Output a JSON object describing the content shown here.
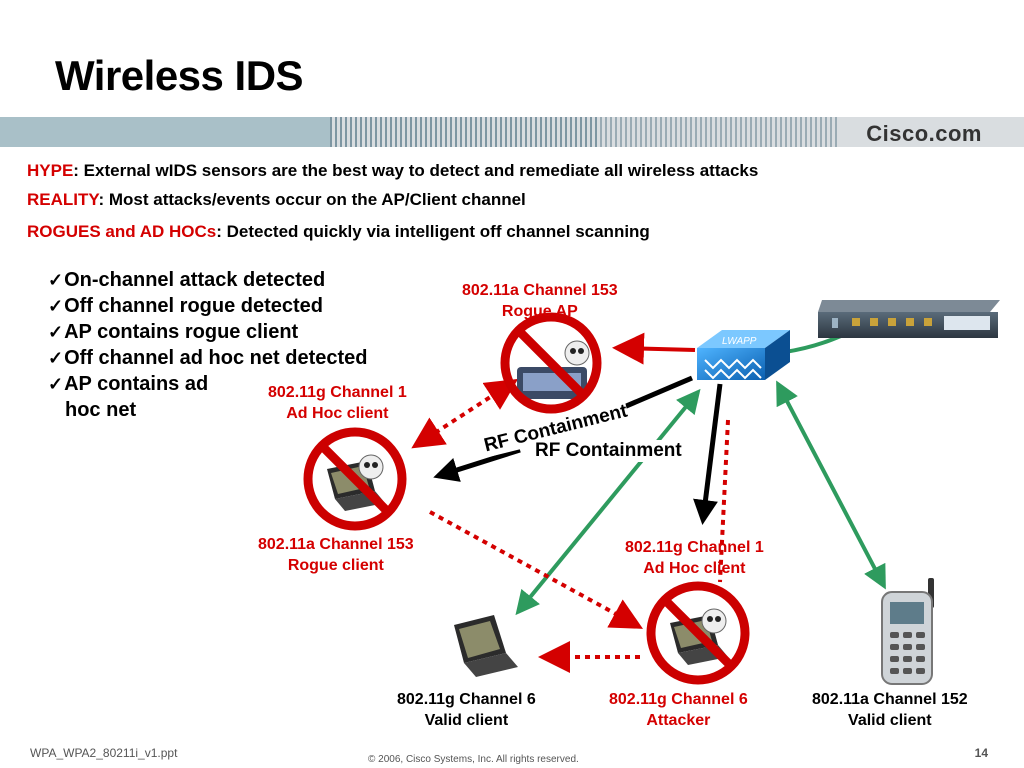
{
  "title": "Wireless IDS",
  "brand": "Cisco.com",
  "statements": [
    {
      "keyword": "HYPE",
      "text": ": External wIDS sensors are the best way to detect and remediate all wireless attacks"
    },
    {
      "keyword": "REALITY",
      "text": ": Most attacks/events occur on the AP/Client channel"
    },
    {
      "keyword": "ROGUES and AD HOCs",
      "text": ": Detected quickly via intelligent off channel scanning"
    }
  ],
  "checklist": [
    {
      "mark": "✓",
      "text": "On-channel attack detected"
    },
    {
      "mark": "✓",
      "text": "Off channel rogue detected"
    },
    {
      "mark": "✓",
      "text": "AP contains rogue client"
    },
    {
      "mark": "✓",
      "text": "Off channel ad hoc net detected"
    },
    {
      "mark": "✓",
      "text": "AP contains ad"
    },
    {
      "mark": "",
      "text": "hoc net"
    }
  ],
  "nodes": {
    "rogue_ap": {
      "line1": "802.11a Channel 153",
      "line2": "Rogue AP"
    },
    "adhoc_g1_left": {
      "line1": "802.11g Channel 1",
      "line2": "Ad Hoc client"
    },
    "rogue_client": {
      "line1": "802.11a Channel 153",
      "line2": "Rogue client"
    },
    "adhoc_g1_right": {
      "line1": "802.11g Channel 1",
      "line2": "Ad Hoc client"
    },
    "valid_g6": {
      "line1": "802.11g Channel 6",
      "line2": "Valid client"
    },
    "attacker": {
      "line1": "802.11g Channel 6",
      "line2": "Attacker"
    },
    "valid_a152": {
      "line1": "802.11a Channel 152",
      "line2": "Valid client"
    }
  },
  "ap_label": "LWAPP",
  "rf_containment_1": "RF Containment",
  "rf_containment_2": "RF Containment",
  "footer": {
    "file": "WPA_WPA2_80211i_v1.ppt",
    "copyright": "© 2006, Cisco Systems, Inc. All rights reserved.",
    "page": "14"
  },
  "colors": {
    "keyword": "#d40000",
    "attack_arrow": "#d40000",
    "valid_link": "#2e9b5e",
    "prohibit": "#cc0000"
  }
}
